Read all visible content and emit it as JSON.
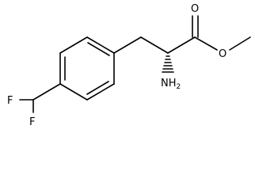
{
  "molecule": {
    "atoms": {
      "fluorine_top": "F",
      "fluorine_bottom": "F",
      "carbonyl_oxygen": "O",
      "ester_oxygen": "O",
      "amine_main": "NH",
      "amine_subscript": "2"
    }
  }
}
